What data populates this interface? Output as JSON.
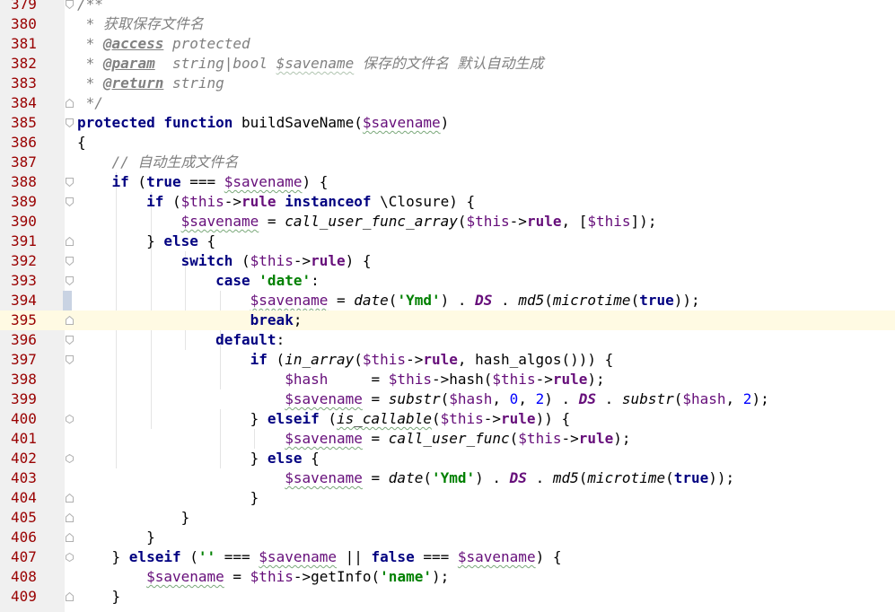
{
  "editor": {
    "current_line": "395",
    "modified_line": "394",
    "lines": [
      {
        "n": "379",
        "fold": "start",
        "tokens": [
          {
            "c": "cmt",
            "t": "/**"
          }
        ]
      },
      {
        "n": "380",
        "tokens": [
          {
            "c": "cmt",
            "t": " * 获取保存文件名"
          }
        ]
      },
      {
        "n": "381",
        "tokens": [
          {
            "c": "cmt",
            "t": " * "
          },
          {
            "c": "tag",
            "t": "@access"
          },
          {
            "c": "cmt",
            "t": " protected"
          }
        ]
      },
      {
        "n": "382",
        "tokens": [
          {
            "c": "cmt",
            "t": " * "
          },
          {
            "c": "tag",
            "t": "@param"
          },
          {
            "c": "cmt",
            "t": "  string|bool "
          },
          {
            "c": "docv",
            "t": "$savename"
          },
          {
            "c": "cmt",
            "t": " 保存的文件名 默认自动生成"
          }
        ]
      },
      {
        "n": "383",
        "tokens": [
          {
            "c": "cmt",
            "t": " * "
          },
          {
            "c": "tag",
            "t": "@return"
          },
          {
            "c": "cmt",
            "t": " string"
          }
        ]
      },
      {
        "n": "384",
        "fold": "end",
        "tokens": [
          {
            "c": "cmt",
            "t": " */"
          }
        ]
      },
      {
        "n": "385",
        "fold": "start",
        "tokens": [
          {
            "c": "kw",
            "t": "protected"
          },
          {
            "c": "",
            "t": " "
          },
          {
            "c": "kw",
            "t": "function"
          },
          {
            "c": "",
            "t": " buildSaveName("
          },
          {
            "c": "var",
            "t": "$savename"
          },
          {
            "c": "",
            "t": ")"
          }
        ]
      },
      {
        "n": "386",
        "tokens": [
          {
            "c": "",
            "t": "{"
          }
        ]
      },
      {
        "n": "387",
        "tokens": [
          {
            "c": "",
            "t": "    "
          },
          {
            "c": "cmt",
            "t": "// 自动生成文件名"
          }
        ]
      },
      {
        "n": "388",
        "fold": "start",
        "tokens": [
          {
            "c": "",
            "t": "    "
          },
          {
            "c": "kw",
            "t": "if"
          },
          {
            "c": "",
            "t": " ("
          },
          {
            "c": "kw",
            "t": "true"
          },
          {
            "c": "",
            "t": " === "
          },
          {
            "c": "var",
            "t": "$savename"
          },
          {
            "c": "",
            "t": ") {"
          }
        ]
      },
      {
        "n": "389",
        "fold": "start",
        "tokens": [
          {
            "c": "",
            "t": "        "
          },
          {
            "c": "kw",
            "t": "if"
          },
          {
            "c": "",
            "t": " ("
          },
          {
            "c": "varp",
            "t": "$this"
          },
          {
            "c": "",
            "t": "->"
          },
          {
            "c": "prop",
            "t": "rule"
          },
          {
            "c": "",
            "t": " "
          },
          {
            "c": "kw",
            "t": "instanceof"
          },
          {
            "c": "",
            "t": " \\Closure) {"
          }
        ]
      },
      {
        "n": "390",
        "tokens": [
          {
            "c": "",
            "t": "            "
          },
          {
            "c": "var",
            "t": "$savename"
          },
          {
            "c": "",
            "t": " = "
          },
          {
            "c": "fn",
            "t": "call_user_func_array"
          },
          {
            "c": "",
            "t": "("
          },
          {
            "c": "varp",
            "t": "$this"
          },
          {
            "c": "",
            "t": "->"
          },
          {
            "c": "prop",
            "t": "rule"
          },
          {
            "c": "",
            "t": ", ["
          },
          {
            "c": "varp",
            "t": "$this"
          },
          {
            "c": "",
            "t": "]);"
          }
        ]
      },
      {
        "n": "391",
        "fold": "end",
        "tokens": [
          {
            "c": "",
            "t": "        } "
          },
          {
            "c": "kw",
            "t": "else"
          },
          {
            "c": "",
            "t": " {"
          }
        ]
      },
      {
        "n": "392",
        "fold": "start",
        "tokens": [
          {
            "c": "",
            "t": "            "
          },
          {
            "c": "kw",
            "t": "switch"
          },
          {
            "c": "",
            "t": " ("
          },
          {
            "c": "varp",
            "t": "$this"
          },
          {
            "c": "",
            "t": "->"
          },
          {
            "c": "prop",
            "t": "rule"
          },
          {
            "c": "",
            "t": ") {"
          }
        ]
      },
      {
        "n": "393",
        "fold": "start",
        "tokens": [
          {
            "c": "",
            "t": "                "
          },
          {
            "c": "kw",
            "t": "case"
          },
          {
            "c": "",
            "t": " "
          },
          {
            "c": "str",
            "t": "'date'"
          },
          {
            "c": "",
            "t": ":"
          }
        ]
      },
      {
        "n": "394",
        "tokens": [
          {
            "c": "",
            "t": "                    "
          },
          {
            "c": "var",
            "t": "$savename"
          },
          {
            "c": "",
            "t": " = "
          },
          {
            "c": "fn",
            "t": "date"
          },
          {
            "c": "",
            "t": "("
          },
          {
            "c": "str",
            "t": "'Ymd'"
          },
          {
            "c": "",
            "t": ") . "
          },
          {
            "c": "cst",
            "t": "DS"
          },
          {
            "c": "",
            "t": " . "
          },
          {
            "c": "fn",
            "t": "md5"
          },
          {
            "c": "",
            "t": "("
          },
          {
            "c": "fn",
            "t": "microtime"
          },
          {
            "c": "",
            "t": "("
          },
          {
            "c": "kw",
            "t": "true"
          },
          {
            "c": "",
            "t": "));"
          }
        ]
      },
      {
        "n": "395",
        "fold": "end",
        "tokens": [
          {
            "c": "",
            "t": "                    "
          },
          {
            "c": "kw",
            "t": "break"
          },
          {
            "c": "",
            "t": ";"
          }
        ]
      },
      {
        "n": "396",
        "fold": "start",
        "tokens": [
          {
            "c": "",
            "t": "                "
          },
          {
            "c": "kw",
            "t": "default"
          },
          {
            "c": "",
            "t": ":"
          }
        ]
      },
      {
        "n": "397",
        "fold": "start",
        "tokens": [
          {
            "c": "",
            "t": "                    "
          },
          {
            "c": "kw",
            "t": "if"
          },
          {
            "c": "",
            "t": " ("
          },
          {
            "c": "fn",
            "t": "in_array"
          },
          {
            "c": "",
            "t": "("
          },
          {
            "c": "varp",
            "t": "$this"
          },
          {
            "c": "",
            "t": "->"
          },
          {
            "c": "prop",
            "t": "rule"
          },
          {
            "c": "",
            "t": ", hash_algos())) {"
          }
        ]
      },
      {
        "n": "398",
        "tokens": [
          {
            "c": "",
            "t": "                        "
          },
          {
            "c": "varp",
            "t": "$hash"
          },
          {
            "c": "",
            "t": "     = "
          },
          {
            "c": "varp",
            "t": "$this"
          },
          {
            "c": "",
            "t": "->hash("
          },
          {
            "c": "varp",
            "t": "$this"
          },
          {
            "c": "",
            "t": "->"
          },
          {
            "c": "prop",
            "t": "rule"
          },
          {
            "c": "",
            "t": ");"
          }
        ]
      },
      {
        "n": "399",
        "tokens": [
          {
            "c": "",
            "t": "                        "
          },
          {
            "c": "var",
            "t": "$savename"
          },
          {
            "c": "",
            "t": " = "
          },
          {
            "c": "fn",
            "t": "substr"
          },
          {
            "c": "",
            "t": "("
          },
          {
            "c": "varp",
            "t": "$hash"
          },
          {
            "c": "",
            "t": ", "
          },
          {
            "c": "num",
            "t": "0"
          },
          {
            "c": "",
            "t": ", "
          },
          {
            "c": "num",
            "t": "2"
          },
          {
            "c": "",
            "t": ") . "
          },
          {
            "c": "cst",
            "t": "DS"
          },
          {
            "c": "",
            "t": " . "
          },
          {
            "c": "fn",
            "t": "substr"
          },
          {
            "c": "",
            "t": "("
          },
          {
            "c": "varp",
            "t": "$hash"
          },
          {
            "c": "",
            "t": ", "
          },
          {
            "c": "num",
            "t": "2"
          },
          {
            "c": "",
            "t": ");"
          }
        ]
      },
      {
        "n": "400",
        "fold": "mid",
        "tokens": [
          {
            "c": "",
            "t": "                    } "
          },
          {
            "c": "kw",
            "t": "elseif"
          },
          {
            "c": "",
            "t": " ("
          },
          {
            "c": "fnu",
            "t": "is_callable"
          },
          {
            "c": "",
            "t": "("
          },
          {
            "c": "varp",
            "t": "$this"
          },
          {
            "c": "",
            "t": "->"
          },
          {
            "c": "prop",
            "t": "rule"
          },
          {
            "c": "",
            "t": ")) {"
          }
        ]
      },
      {
        "n": "401",
        "tokens": [
          {
            "c": "",
            "t": "                        "
          },
          {
            "c": "var",
            "t": "$savename"
          },
          {
            "c": "",
            "t": " = "
          },
          {
            "c": "fn",
            "t": "call_user_func"
          },
          {
            "c": "",
            "t": "("
          },
          {
            "c": "varp",
            "t": "$this"
          },
          {
            "c": "",
            "t": "->"
          },
          {
            "c": "prop",
            "t": "rule"
          },
          {
            "c": "",
            "t": ");"
          }
        ]
      },
      {
        "n": "402",
        "fold": "mid",
        "tokens": [
          {
            "c": "",
            "t": "                    } "
          },
          {
            "c": "kw",
            "t": "else"
          },
          {
            "c": "",
            "t": " {"
          }
        ]
      },
      {
        "n": "403",
        "tokens": [
          {
            "c": "",
            "t": "                        "
          },
          {
            "c": "var",
            "t": "$savename"
          },
          {
            "c": "",
            "t": " = "
          },
          {
            "c": "fn",
            "t": "date"
          },
          {
            "c": "",
            "t": "("
          },
          {
            "c": "str",
            "t": "'Ymd'"
          },
          {
            "c": "",
            "t": ") . "
          },
          {
            "c": "cst",
            "t": "DS"
          },
          {
            "c": "",
            "t": " . "
          },
          {
            "c": "fn",
            "t": "md5"
          },
          {
            "c": "",
            "t": "("
          },
          {
            "c": "fn",
            "t": "microtime"
          },
          {
            "c": "",
            "t": "("
          },
          {
            "c": "kw",
            "t": "true"
          },
          {
            "c": "",
            "t": "));"
          }
        ]
      },
      {
        "n": "404",
        "fold": "end",
        "tokens": [
          {
            "c": "",
            "t": "                    }"
          }
        ]
      },
      {
        "n": "405",
        "fold": "end",
        "tokens": [
          {
            "c": "",
            "t": "            }"
          }
        ]
      },
      {
        "n": "406",
        "fold": "end",
        "tokens": [
          {
            "c": "",
            "t": "        }"
          }
        ]
      },
      {
        "n": "407",
        "fold": "mid",
        "tokens": [
          {
            "c": "",
            "t": "    } "
          },
          {
            "c": "kw",
            "t": "elseif"
          },
          {
            "c": "",
            "t": " ("
          },
          {
            "c": "str",
            "t": "''"
          },
          {
            "c": "",
            "t": " === "
          },
          {
            "c": "var",
            "t": "$savename"
          },
          {
            "c": "",
            "t": " || "
          },
          {
            "c": "kw",
            "t": "false"
          },
          {
            "c": "",
            "t": " === "
          },
          {
            "c": "var",
            "t": "$savename"
          },
          {
            "c": "",
            "t": ") {"
          }
        ]
      },
      {
        "n": "408",
        "tokens": [
          {
            "c": "",
            "t": "        "
          },
          {
            "c": "var",
            "t": "$savename"
          },
          {
            "c": "",
            "t": " = "
          },
          {
            "c": "varp",
            "t": "$this"
          },
          {
            "c": "",
            "t": "->getInfo("
          },
          {
            "c": "str",
            "t": "'name'"
          },
          {
            "c": "",
            "t": ");"
          }
        ]
      },
      {
        "n": "409",
        "fold": "end",
        "tokens": [
          {
            "c": "",
            "t": "    }"
          }
        ]
      }
    ]
  }
}
